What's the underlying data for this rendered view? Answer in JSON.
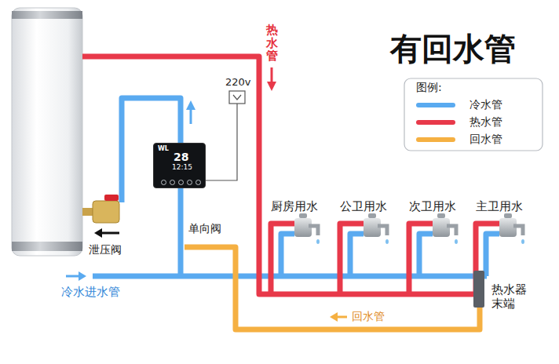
{
  "diagram": {
    "title": "有回水管",
    "nodes": [
      {
        "text": [
          "WL",
          "28",
          "12:15"
        ]
      }
    ],
    "labels": [
      "热水管",
      "220v",
      "图例:",
      "单向阀",
      "泄压阀",
      "厨房用水",
      "公卫用水",
      "次卫用水",
      "主卫用水",
      "冷水进水管",
      "热水器末端",
      "回水管"
    ],
    "legend": [
      {
        "text": "冷水管",
        "color": "#5aaaf0"
      },
      {
        "text": "热水管",
        "color": "#e8394a"
      },
      {
        "text": "回水管",
        "color": "#f5b042"
      }
    ]
  }
}
